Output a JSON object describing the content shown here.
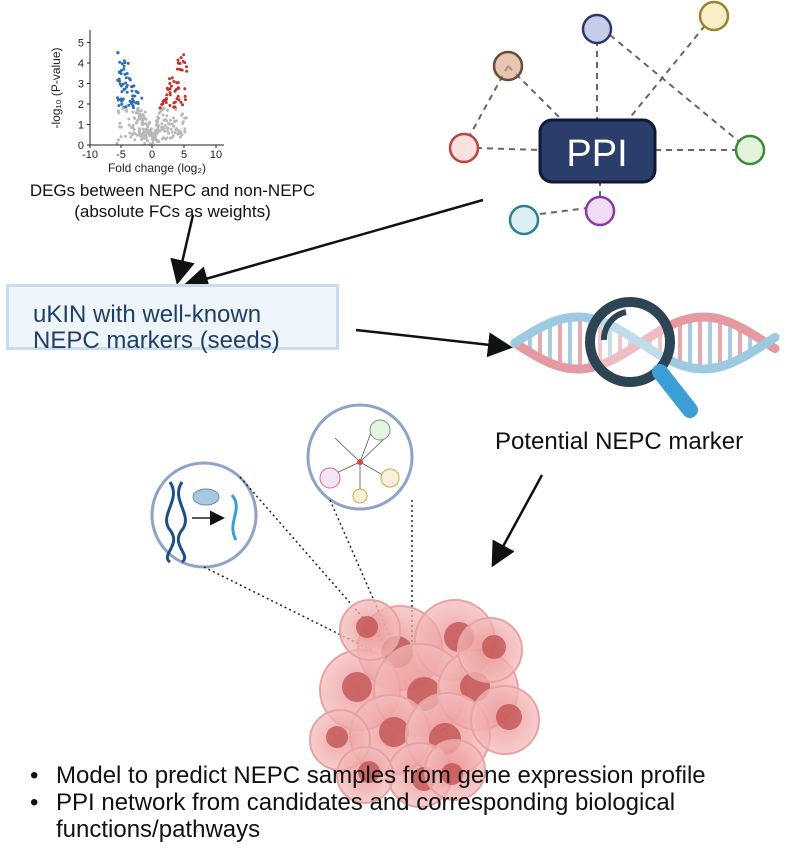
{
  "volcano": {
    "ylabel": "-log₁₀ (P-value)",
    "xlabel": "Fold change (log₂)",
    "xticks": [
      "-10",
      "-5",
      "0",
      "5",
      "10"
    ],
    "yticks": [
      "0",
      "1",
      "2",
      "3",
      "4",
      "5"
    ],
    "colors": {
      "down": "#2b6fb5",
      "up": "#c0332b",
      "ns": "#b9b9b9"
    }
  },
  "degs_caption": {
    "line1": "DEGs between NEPC and non-NEPC",
    "line2": "(absolute FCs as weights)"
  },
  "ppi": {
    "label": "PPI",
    "node_colors": [
      "#d9a88a",
      "#c5cde8",
      "#f3e6a6",
      "#f4c3c3",
      "#c9e8c0",
      "#c0e3ea",
      "#e6c2ef"
    ]
  },
  "ukin": {
    "line1": "uKIN with well-known",
    "line2": "NEPC markers (seeds)"
  },
  "marker": {
    "label": "Potential NEPC marker"
  },
  "bullets": [
    "Model to predict NEPC samples from gene expression profile",
    "PPI network from candidates and corresponding biological functions/pathways"
  ]
}
